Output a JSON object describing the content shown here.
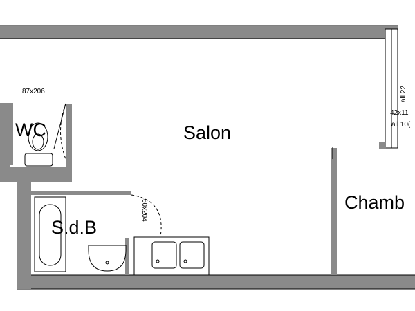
{
  "rooms": {
    "salon": "Salon",
    "wc": "WC",
    "sdb": "S.d.B",
    "chambre": "Chamb"
  },
  "dimensions": {
    "wc_door": "87x206",
    "sdb_door": "60x204",
    "window_1": "42x11",
    "window_2": "all 10(",
    "window_3": "all 22"
  },
  "colors": {
    "wall": "#8a8a8a",
    "line": "#000000",
    "background": "#ffffff"
  }
}
